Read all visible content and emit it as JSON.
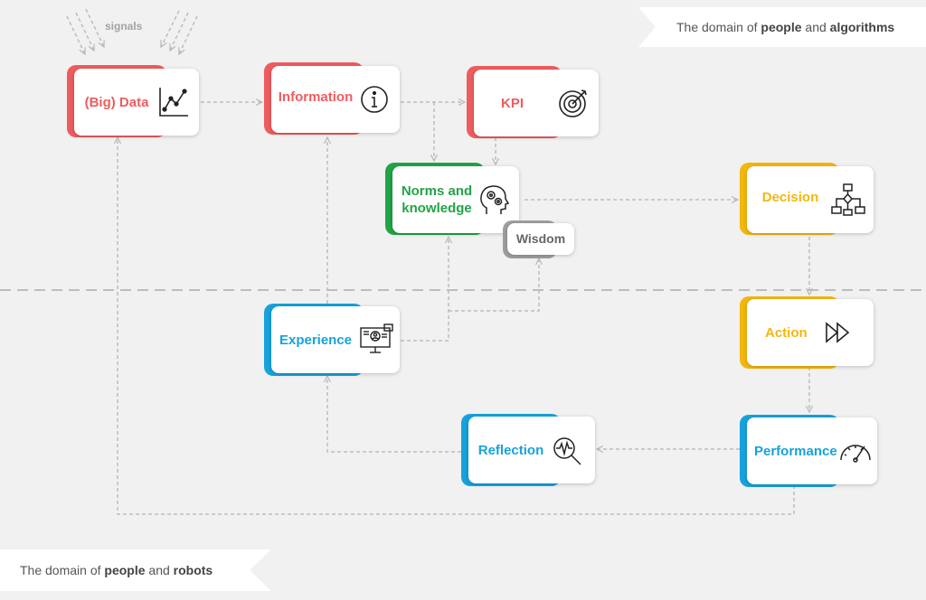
{
  "signals_label": "signals",
  "banners": {
    "top": {
      "prefix": "The domain of ",
      "b1": "people",
      "mid": " and ",
      "b2": "algorithms"
    },
    "bottom": {
      "prefix": "The domain of ",
      "b1": "people",
      "mid": " and ",
      "b2": "robots"
    }
  },
  "nodes": {
    "big_data": {
      "label": "(Big) Data",
      "icon": "line-chart-icon",
      "color": "#ee5c5f"
    },
    "information": {
      "label": "Information",
      "icon": "info-icon",
      "color": "#ee5c5f"
    },
    "kpi": {
      "label": "KPI",
      "icon": "target-icon",
      "color": "#ee5c5f"
    },
    "norms": {
      "label": "Norms and knowledge",
      "icon": "brain-gears-icon",
      "color": "#22a447"
    },
    "wisdom": {
      "label": "Wisdom",
      "color": "#9f9f9f"
    },
    "decision": {
      "label": "Decision",
      "icon": "flowchart-icon",
      "color": "#f3b70f"
    },
    "action": {
      "label": "Action",
      "icon": "fast-forward-icon",
      "color": "#f3b70f"
    },
    "performance": {
      "label": "Performance",
      "icon": "speedometer-icon",
      "color": "#16a2dc"
    },
    "reflection": {
      "label": "Reflection",
      "icon": "magnifier-pulse-icon",
      "color": "#16a2dc"
    },
    "experience": {
      "label": "Experience",
      "icon": "monitor-user-icon",
      "color": "#16a2dc"
    }
  }
}
